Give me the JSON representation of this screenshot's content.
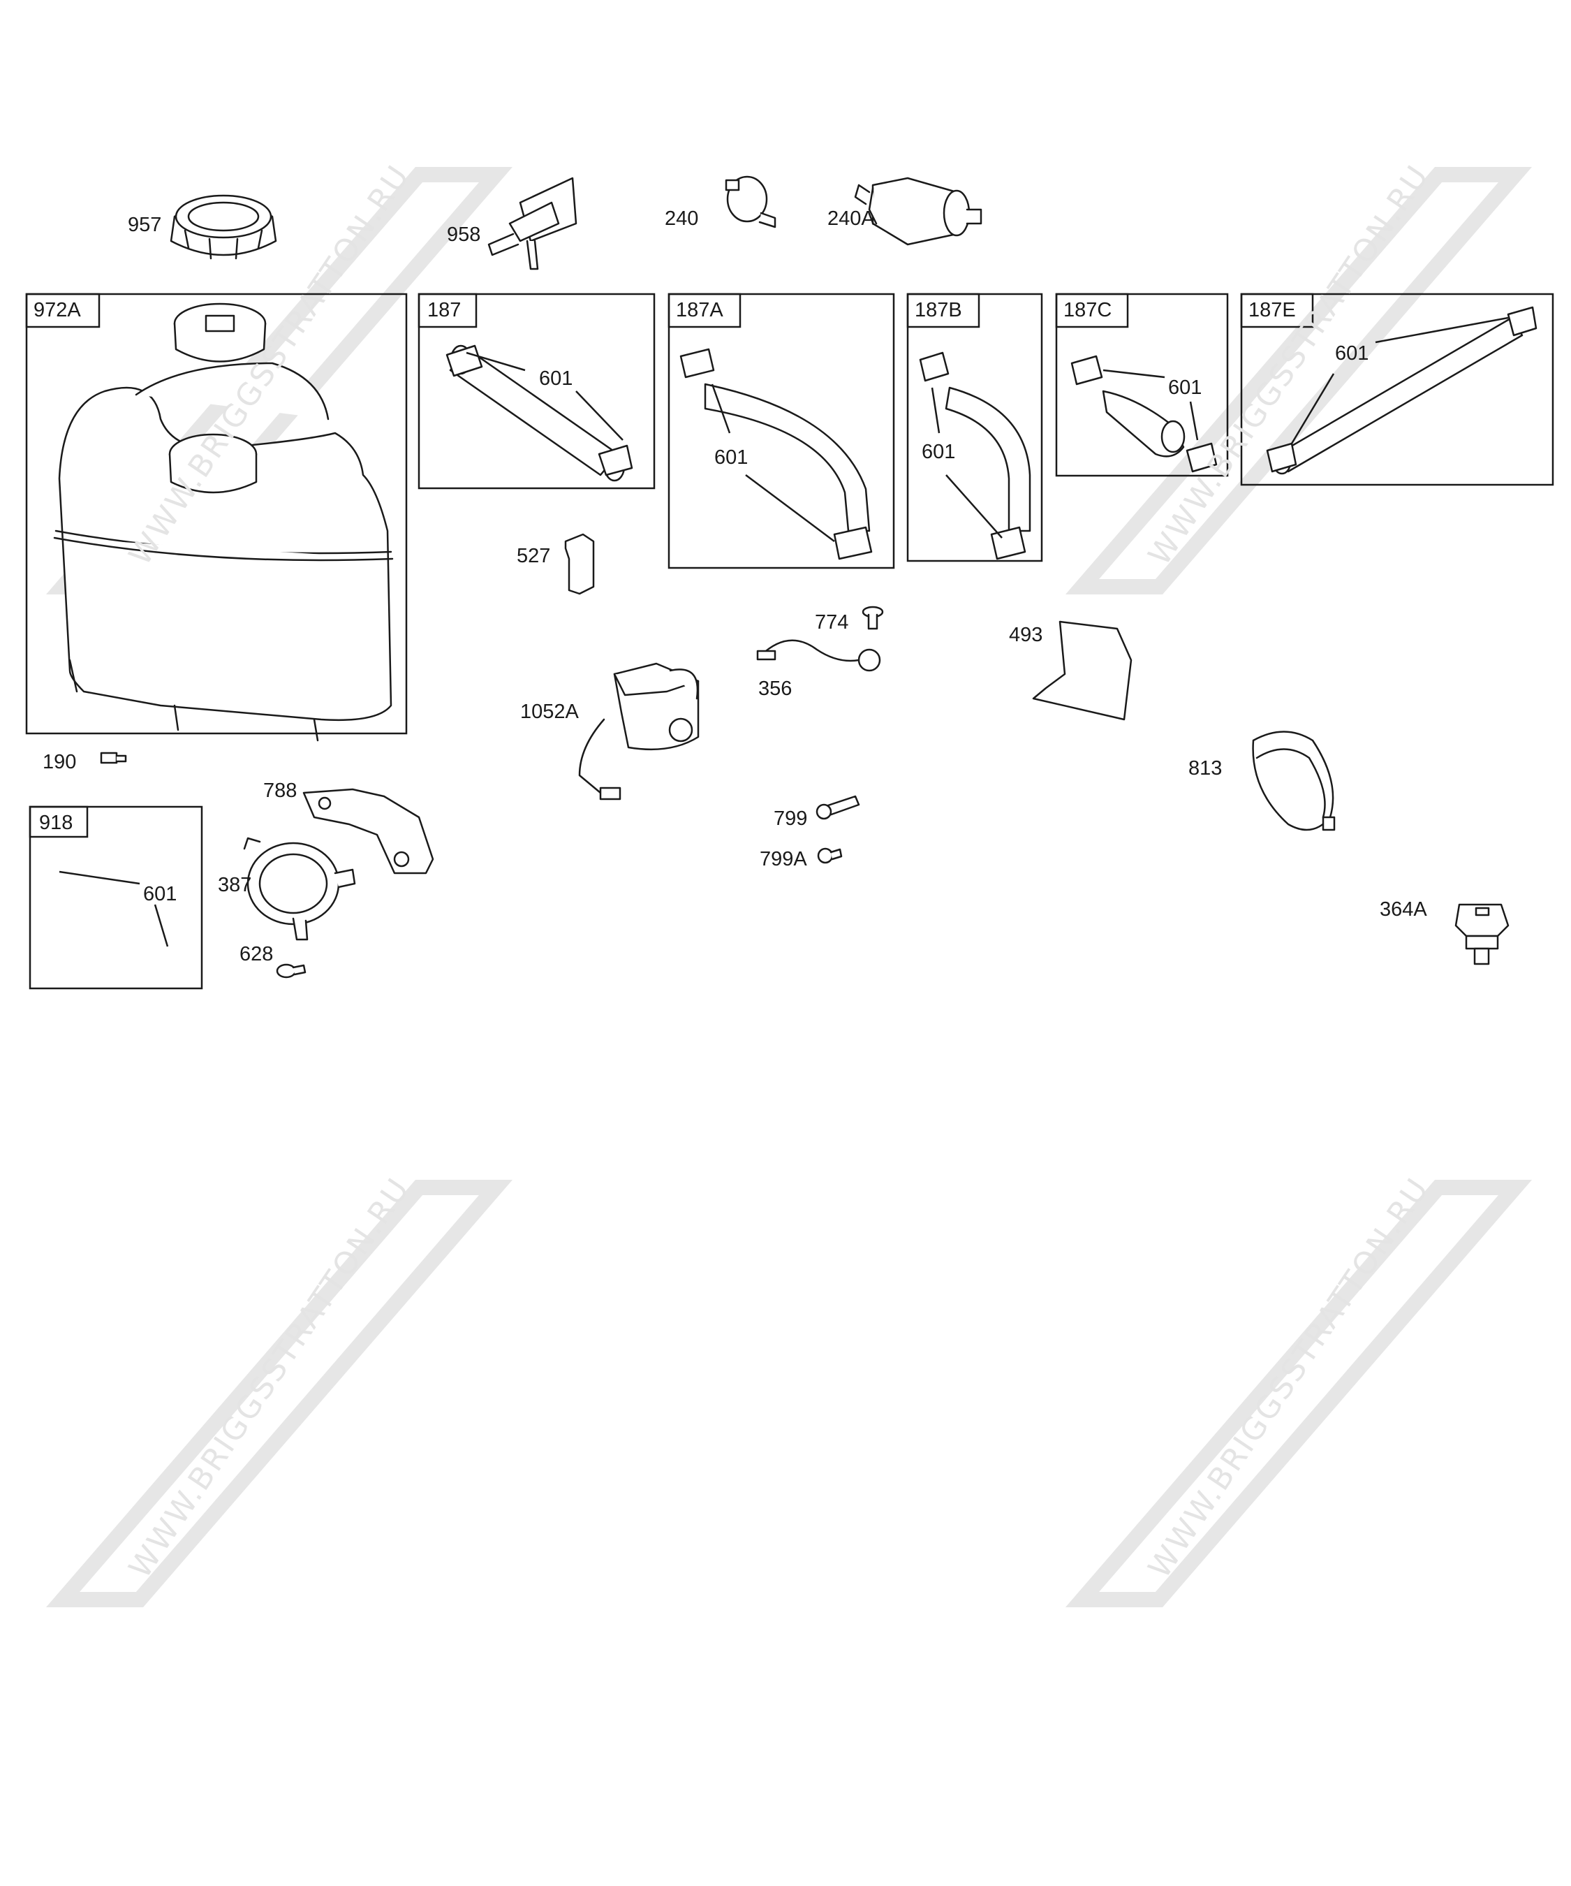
{
  "watermark": "WWW.BRIGGSSTRATTON.RU",
  "boxes": [
    {
      "id": "972A"
    },
    {
      "id": "187"
    },
    {
      "id": "187A"
    },
    {
      "id": "187B"
    },
    {
      "id": "187C"
    },
    {
      "id": "187E"
    },
    {
      "id": "918"
    }
  ],
  "parts": {
    "p957": "957",
    "p958": "958",
    "p240": "240",
    "p240A": "240A",
    "p187_601": "601",
    "p187A_601": "601",
    "p187B_601": "601",
    "p187C_601": "601",
    "p187E_601": "601",
    "p918_601": "601",
    "p527": "527",
    "p774": "774",
    "p356": "356",
    "p493": "493",
    "p1052A": "1052A",
    "p190": "190",
    "p788": "788",
    "p387": "387",
    "p628": "628",
    "p799": "799",
    "p799A": "799A",
    "p813": "813",
    "p364A": "364A"
  }
}
